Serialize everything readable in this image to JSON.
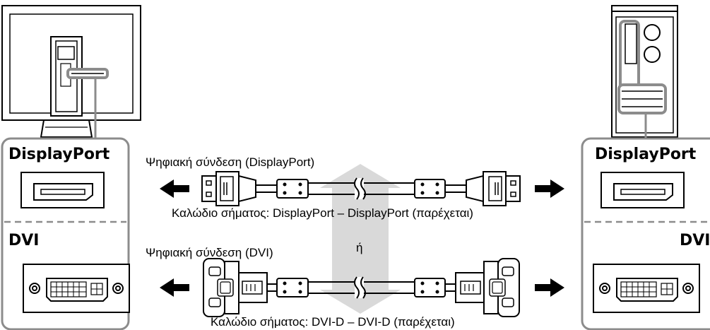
{
  "left_panel": {
    "displayport_label": "DisplayPort",
    "dvi_label": "DVI"
  },
  "right_panel": {
    "displayport_label": "DisplayPort",
    "dvi_label": "DVI"
  },
  "displayport_connection": {
    "title": "Ψηφιακή σύνδεση (DisplayPort)",
    "cable_caption": "Καλώδιο σήματος: DisplayPort – DisplayPort (παρέχεται)"
  },
  "or_label": "ή",
  "dvi_connection": {
    "title": "Ψηφιακή σύνδεση (DVI)",
    "cable_caption": "Καλώδιο σήματος: DVI-D – DVI-D (παρέχεται)"
  }
}
